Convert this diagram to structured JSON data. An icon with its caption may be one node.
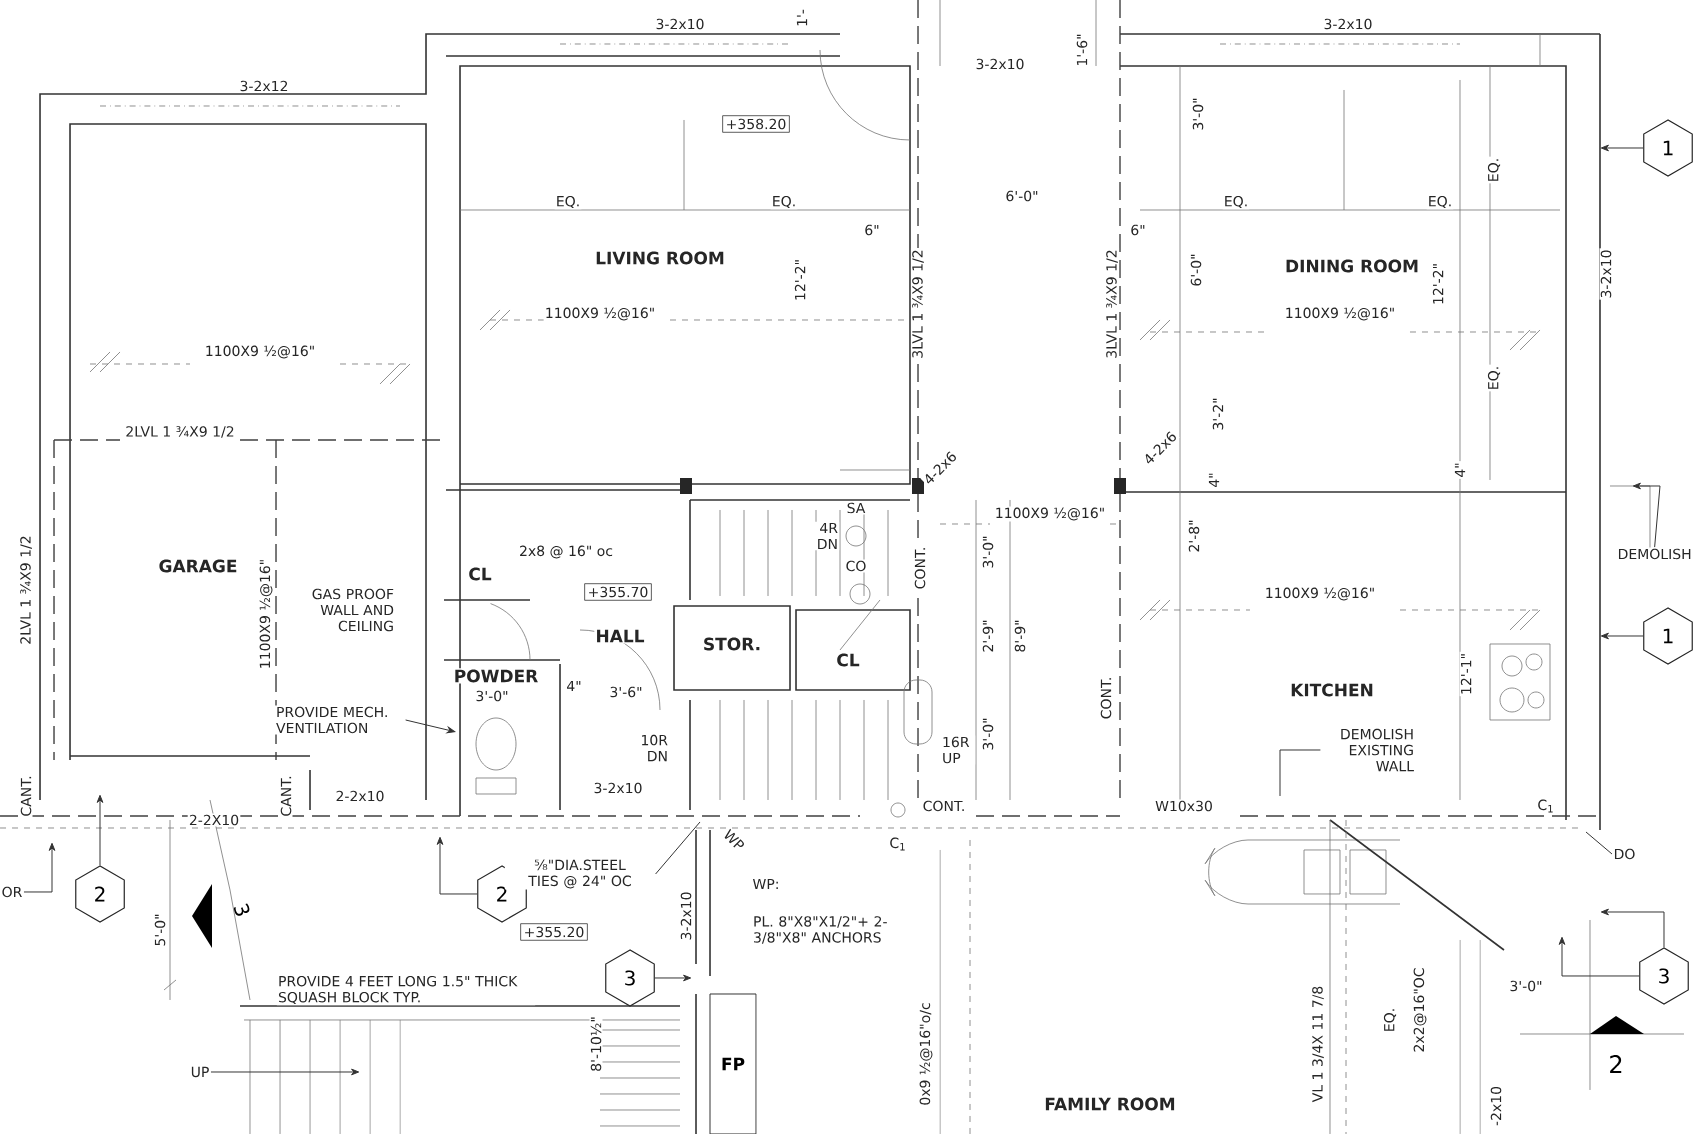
{
  "diagram": {
    "nodes": [
      {
        "text": [
          "1"
        ]
      },
      {
        "text": [
          "1"
        ]
      },
      {
        "text": [
          "2"
        ]
      },
      {
        "text": [
          "2"
        ]
      },
      {
        "text": [
          "3"
        ]
      },
      {
        "text": [
          "3"
        ]
      },
      {
        "text": [
          "PROVIDE MECH. VENTILATION"
        ]
      },
      {
        "text": [
          "DEMOLISH EXISTING WALL"
        ]
      },
      {
        "text": [
          "DEMOLISH"
        ]
      },
      {
        "text": [
          "DO"
        ]
      },
      {
        "text": [
          "OR"
        ]
      },
      {
        "text": [
          "UP"
        ]
      },
      {
        "text": [
          "⅝\"DIA.STEEL TIES @ 24\" OC"
        ]
      },
      {
        "text": [
          "FP"
        ]
      }
    ],
    "edges": [
      {
        "from": 0,
        "to": null,
        "arrow": "to"
      },
      {
        "from": 1,
        "to": null,
        "arrow": "to"
      },
      {
        "from": 2,
        "to": null,
        "arrow": "to"
      },
      {
        "from": 3,
        "to": null,
        "arrow": "to"
      },
      {
        "from": 4,
        "to": null,
        "arrow": "to"
      },
      {
        "from": 5,
        "to": null,
        "arrow": "to"
      },
      {
        "from": 5,
        "to": null,
        "arrow": "to"
      },
      {
        "from": 6,
        "to": null,
        "arrow": "to"
      },
      {
        "from": 7,
        "to": null,
        "arrow": "none"
      },
      {
        "from": 8,
        "to": null,
        "arrow": "to"
      },
      {
        "from": 9,
        "to": null,
        "arrow": "none"
      },
      {
        "from": 10,
        "to": null,
        "arrow": "to"
      },
      {
        "from": 11,
        "to": null,
        "arrow": "to"
      },
      {
        "from": 12,
        "to": null,
        "arrow": "none"
      }
    ],
    "labels": [
      "3-2x10",
      "1'-",
      "3-2x10",
      "3-2x10",
      "1'-6\"",
      "3-2x12",
      "+358.20",
      "3'-0\"",
      "EQ.",
      "EQ.",
      "EQ.",
      "6'-0\"",
      "EQ.",
      "EQ.",
      "6\"",
      "6\"",
      "LIVING ROOM",
      "DINING ROOM",
      "12'-2\"",
      "6'-0\"",
      "12'-2\"",
      "3LVL 1 ¾X9 1/2",
      "3LVL 1 ¾X9 1/2",
      "3-2x10",
      "1100X9 ½@16\"",
      "1100X9 ½@16\"",
      "1100X9 ½@16\"",
      "EQ.",
      "3'-2\"",
      "2LVL 1 ¾X9 1/2",
      "4-2x6",
      "4-2x6",
      "4\"",
      "4\"",
      "SA",
      "1100X9 ½@16\"",
      "GARAGE",
      "CL",
      "2x8 @ 16\" oc",
      "4R DN",
      "CO",
      "CONT.",
      "3'-0\"",
      "2'-8\"",
      "2LVL 1 ¾X9 1/2",
      "+355.70",
      "1100X9 ½@16\"",
      "GAS PROOF WALL AND CEILING",
      "1100X9 ½@16\"",
      "HALL",
      "2'-9\"",
      "8'-9\"",
      "STOR.",
      "CL",
      "POWDER",
      "12'-1\"",
      "KITCHEN",
      "3'-0\"",
      "4\"",
      "3'-6\"",
      "CONT.",
      "10R DN",
      "3'-0\"",
      "16R UP",
      "3-2x10",
      "2-2x10",
      "CANT.",
      "CANT.",
      "CONT.",
      "W10x30",
      "2-2X10",
      "WP",
      "C$_{1}$",
      "C$_{1}$",
      "WP:",
      "5'-0\"",
      "3",
      "+355.20",
      "3-2x10",
      "PL. 8\"X8\"X1/2\"+ 2-3/8\"X8\" ANCHORS",
      "PROVIDE 4 FEET LONG 1.5\" THICK SQUASH BLOCK TYP.",
      "3'-0\"",
      "8'-10½\"",
      "0x9 ½@16\"o/c",
      "FAMILY ROOM",
      "VL 1 3/4X 11 7/8",
      "EQ.",
      "2x2@16\"OC",
      "-2x10",
      "2"
    ]
  }
}
